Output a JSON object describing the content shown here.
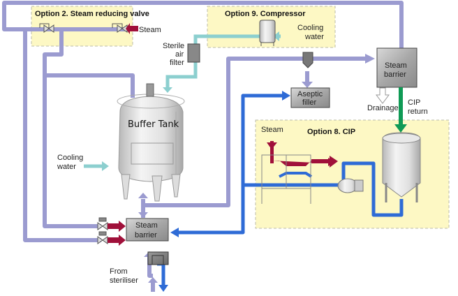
{
  "diagram": {
    "title": "Aseptic buffer tank system",
    "options": {
      "steam_reducing_valve": "Option 2. Steam reducing valve",
      "compressor": "Option 9. Compressor",
      "cip": "Option 8. CIP"
    },
    "labels": {
      "steam_top": "Steam",
      "steam_cip": "Steam",
      "cooling_water_compressor_1": "Cooling",
      "cooling_water_compressor_2": "water",
      "sterile_air_filter_1": "Sterile",
      "sterile_air_filter_2": "air",
      "sterile_air_filter_3": "filter",
      "buffer_tank": "Buffer Tank",
      "cooling_water_tank_1": "Cooling",
      "cooling_water_tank_2": "water",
      "aseptic_filler_1": "Aseptic",
      "aseptic_filler_2": "filler",
      "steam_barrier_top_1": "Steam",
      "steam_barrier_top_2": "barrier",
      "drainage": "Drainage",
      "cip_return_1": "CIP",
      "cip_return_2": "return",
      "steam_barrier_bottom_1": "Steam",
      "steam_barrier_bottom_2": "barrier",
      "from_steriliser_1": "From",
      "from_steriliser_2": "steriliser"
    },
    "colors": {
      "steam_pipe": "#9b9bd0",
      "steam_red": "#a0103a",
      "cooling": "#8ccfcf",
      "product_blue": "#2e6bd6",
      "cip_green": "#0f9a55",
      "option_bg": "#fdf8c4"
    }
  }
}
